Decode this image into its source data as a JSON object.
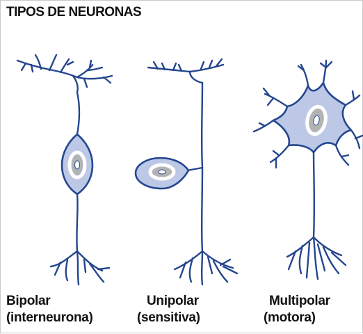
{
  "title": "TIPOS DE NEURONAS",
  "neurons": [
    {
      "name": "Bipolar",
      "detail": "(interneurona)"
    },
    {
      "name": "Unipolar",
      "detail": "(sensitiva)"
    },
    {
      "name": "Multipolar",
      "detail": "(motora)"
    }
  ],
  "colors": {
    "stroke": "#24468f",
    "cell_fill": "#bcc8e6",
    "nucleus_ring": "#ffffff",
    "nucleus_fill": "#b3b3b3",
    "text": "#111111"
  }
}
